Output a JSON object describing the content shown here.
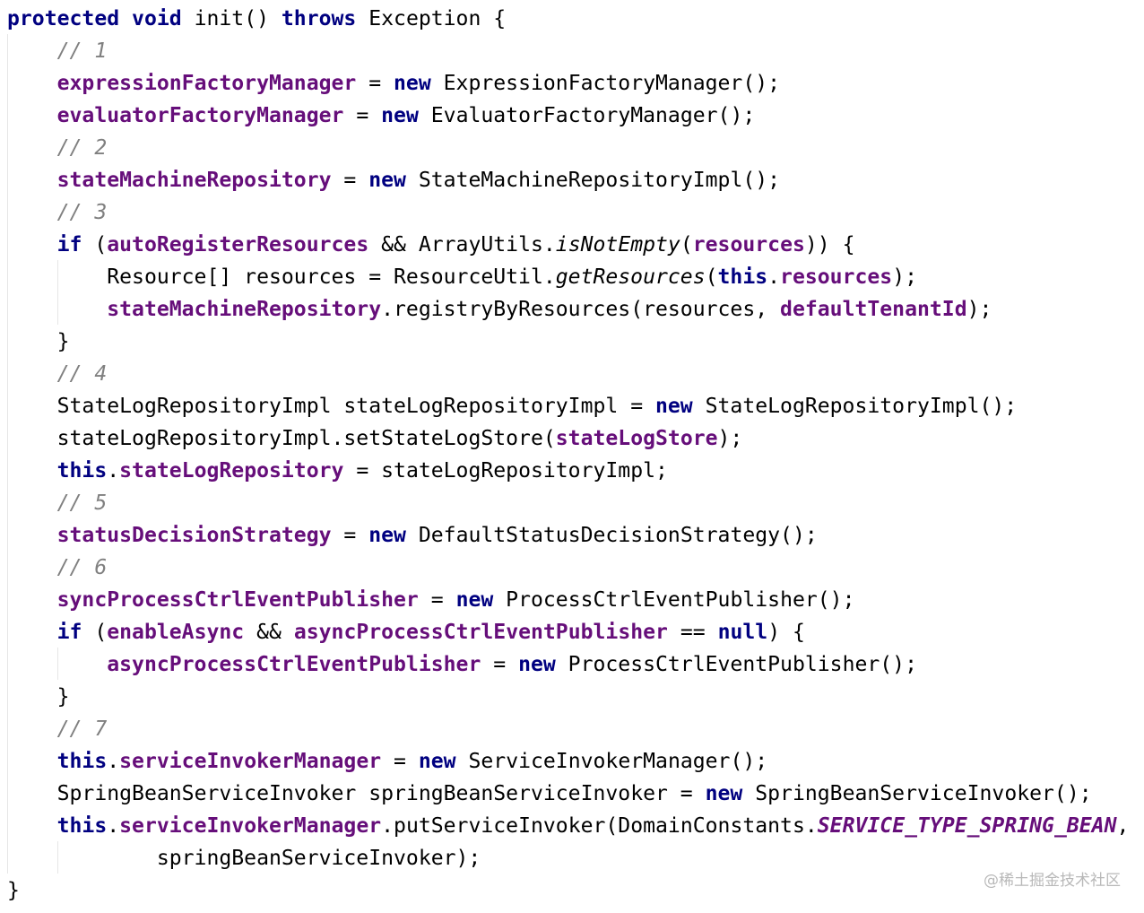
{
  "code": {
    "language": "java",
    "lines": [
      {
        "indent": 0,
        "tokens": [
          {
            "t": "kw",
            "v": "protected"
          },
          {
            "t": "p",
            "v": " "
          },
          {
            "t": "kw",
            "v": "void"
          },
          {
            "t": "p",
            "v": " init() "
          },
          {
            "t": "kw",
            "v": "throws"
          },
          {
            "t": "p",
            "v": " Exception {"
          }
        ]
      },
      {
        "indent": 1,
        "tokens": [
          {
            "t": "cmt",
            "v": "// 1"
          }
        ]
      },
      {
        "indent": 1,
        "tokens": [
          {
            "t": "fld",
            "v": "expressionFactoryManager"
          },
          {
            "t": "p",
            "v": " = "
          },
          {
            "t": "kw",
            "v": "new"
          },
          {
            "t": "p",
            "v": " ExpressionFactoryManager();"
          }
        ]
      },
      {
        "indent": 1,
        "tokens": [
          {
            "t": "fld",
            "v": "evaluatorFactoryManager"
          },
          {
            "t": "p",
            "v": " = "
          },
          {
            "t": "kw",
            "v": "new"
          },
          {
            "t": "p",
            "v": " EvaluatorFactoryManager();"
          }
        ]
      },
      {
        "indent": 1,
        "tokens": [
          {
            "t": "cmt",
            "v": "// 2"
          }
        ]
      },
      {
        "indent": 1,
        "tokens": [
          {
            "t": "fld",
            "v": "stateMachineRepository"
          },
          {
            "t": "p",
            "v": " = "
          },
          {
            "t": "kw",
            "v": "new"
          },
          {
            "t": "p",
            "v": " StateMachineRepositoryImpl();"
          }
        ]
      },
      {
        "indent": 1,
        "tokens": [
          {
            "t": "cmt",
            "v": "// 3"
          }
        ]
      },
      {
        "indent": 1,
        "tokens": [
          {
            "t": "kw",
            "v": "if"
          },
          {
            "t": "p",
            "v": " ("
          },
          {
            "t": "fld",
            "v": "autoRegisterResources"
          },
          {
            "t": "p",
            "v": " && ArrayUtils."
          },
          {
            "t": "sm",
            "v": "isNotEmpty"
          },
          {
            "t": "p",
            "v": "("
          },
          {
            "t": "fld",
            "v": "resources"
          },
          {
            "t": "p",
            "v": ")) {"
          }
        ]
      },
      {
        "indent": 2,
        "tokens": [
          {
            "t": "p",
            "v": "Resource[] resources = ResourceUtil."
          },
          {
            "t": "sm",
            "v": "getResources"
          },
          {
            "t": "p",
            "v": "("
          },
          {
            "t": "kw",
            "v": "this"
          },
          {
            "t": "p",
            "v": "."
          },
          {
            "t": "fld",
            "v": "resources"
          },
          {
            "t": "p",
            "v": ");"
          }
        ]
      },
      {
        "indent": 2,
        "tokens": [
          {
            "t": "fld",
            "v": "stateMachineRepository"
          },
          {
            "t": "p",
            "v": ".registryByResources(resources, "
          },
          {
            "t": "fld",
            "v": "defaultTenantId"
          },
          {
            "t": "p",
            "v": ");"
          }
        ]
      },
      {
        "indent": 1,
        "tokens": [
          {
            "t": "p",
            "v": "}"
          }
        ]
      },
      {
        "indent": 1,
        "tokens": [
          {
            "t": "cmt",
            "v": "// 4"
          }
        ]
      },
      {
        "indent": 1,
        "tokens": [
          {
            "t": "p",
            "v": "StateLogRepositoryImpl stateLogRepositoryImpl = "
          },
          {
            "t": "kw",
            "v": "new"
          },
          {
            "t": "p",
            "v": " StateLogRepositoryImpl();"
          }
        ]
      },
      {
        "indent": 1,
        "tokens": [
          {
            "t": "p",
            "v": "stateLogRepositoryImpl.setStateLogStore("
          },
          {
            "t": "fld",
            "v": "stateLogStore"
          },
          {
            "t": "p",
            "v": ");"
          }
        ]
      },
      {
        "indent": 1,
        "tokens": [
          {
            "t": "kw",
            "v": "this"
          },
          {
            "t": "p",
            "v": "."
          },
          {
            "t": "fld",
            "v": "stateLogRepository"
          },
          {
            "t": "p",
            "v": " = stateLogRepositoryImpl;"
          }
        ]
      },
      {
        "indent": 1,
        "tokens": [
          {
            "t": "cmt",
            "v": "// 5"
          }
        ]
      },
      {
        "indent": 1,
        "tokens": [
          {
            "t": "fld",
            "v": "statusDecisionStrategy"
          },
          {
            "t": "p",
            "v": " = "
          },
          {
            "t": "kw",
            "v": "new"
          },
          {
            "t": "p",
            "v": " DefaultStatusDecisionStrategy();"
          }
        ]
      },
      {
        "indent": 1,
        "tokens": [
          {
            "t": "cmt",
            "v": "// 6"
          }
        ]
      },
      {
        "indent": 1,
        "tokens": [
          {
            "t": "fld",
            "v": "syncProcessCtrlEventPublisher"
          },
          {
            "t": "p",
            "v": " = "
          },
          {
            "t": "kw",
            "v": "new"
          },
          {
            "t": "p",
            "v": " ProcessCtrlEventPublisher();"
          }
        ]
      },
      {
        "indent": 1,
        "tokens": [
          {
            "t": "kw",
            "v": "if"
          },
          {
            "t": "p",
            "v": " ("
          },
          {
            "t": "fld",
            "v": "enableAsync"
          },
          {
            "t": "p",
            "v": " && "
          },
          {
            "t": "fld",
            "v": "asyncProcessCtrlEventPublisher"
          },
          {
            "t": "p",
            "v": " == "
          },
          {
            "t": "kw",
            "v": "null"
          },
          {
            "t": "p",
            "v": ") {"
          }
        ]
      },
      {
        "indent": 2,
        "tokens": [
          {
            "t": "fld",
            "v": "asyncProcessCtrlEventPublisher"
          },
          {
            "t": "p",
            "v": " = "
          },
          {
            "t": "kw",
            "v": "new"
          },
          {
            "t": "p",
            "v": " ProcessCtrlEventPublisher();"
          }
        ]
      },
      {
        "indent": 1,
        "tokens": [
          {
            "t": "p",
            "v": "}"
          }
        ]
      },
      {
        "indent": 1,
        "tokens": [
          {
            "t": "cmt",
            "v": "// 7"
          }
        ]
      },
      {
        "indent": 1,
        "tokens": [
          {
            "t": "kw",
            "v": "this"
          },
          {
            "t": "p",
            "v": "."
          },
          {
            "t": "fld",
            "v": "serviceInvokerManager"
          },
          {
            "t": "p",
            "v": " = "
          },
          {
            "t": "kw",
            "v": "new"
          },
          {
            "t": "p",
            "v": " ServiceInvokerManager();"
          }
        ]
      },
      {
        "indent": 1,
        "tokens": [
          {
            "t": "p",
            "v": "SpringBeanServiceInvoker springBeanServiceInvoker = "
          },
          {
            "t": "kw",
            "v": "new"
          },
          {
            "t": "p",
            "v": " SpringBeanServiceInvoker();"
          }
        ]
      },
      {
        "indent": 1,
        "tokens": [
          {
            "t": "kw",
            "v": "this"
          },
          {
            "t": "p",
            "v": "."
          },
          {
            "t": "fld",
            "v": "serviceInvokerManager"
          },
          {
            "t": "p",
            "v": ".putServiceInvoker(DomainConstants."
          },
          {
            "t": "cst",
            "v": "SERVICE_TYPE_SPRING_BEAN"
          },
          {
            "t": "p",
            "v": ","
          }
        ]
      },
      {
        "indent": 3,
        "tokens": [
          {
            "t": "p",
            "v": "springBeanServiceInvoker);"
          }
        ]
      },
      {
        "indent": 0,
        "tokens": [
          {
            "t": "p",
            "v": "}"
          }
        ]
      }
    ],
    "colors": {
      "keyword": "#000080",
      "field": "#660e7a",
      "comment": "#808080",
      "text": "#000000",
      "background": "#ffffff"
    }
  },
  "watermark": {
    "text": "@稀土掘金技术社区"
  }
}
